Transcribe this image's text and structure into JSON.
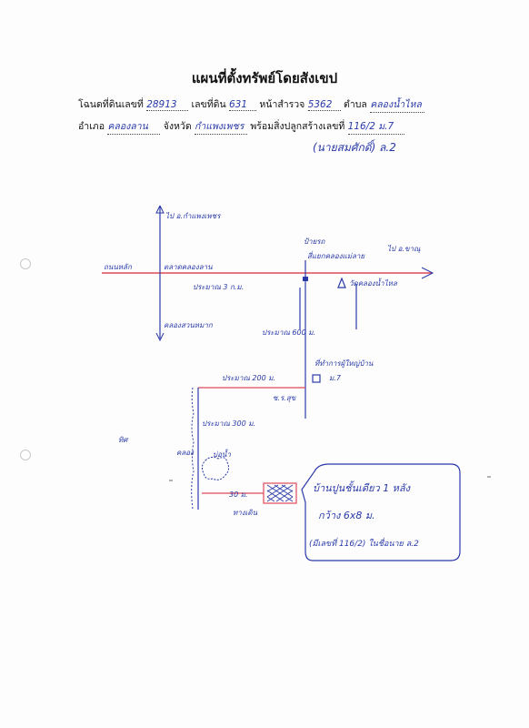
{
  "title": "แผนที่ตั้งทรัพย์โดยสังเขป",
  "form": {
    "deed_label": "โฉนดที่ดินเลขที่",
    "deed_no": "28913",
    "land_no_label": "เลขที่ดิน",
    "land_no": "631",
    "survey_label": "หน้าสำรวจ",
    "survey_no": "5362",
    "tambon_label": "ตำบล",
    "tambon": "คลองน้ำไหล",
    "amphoe_label": "อำเภอ",
    "amphoe": "คลองลาน",
    "province_label": "จังหวัด",
    "province": "กำแพงเพชร",
    "building_label": "พร้อมสิ่งปลูกสร้างเลขที่",
    "building_no": "116/2 ม.7",
    "owner_note": "(นายสมศักดิ์) ล.2"
  },
  "map": {
    "to_kamphaeng": "ไป อ.กำแพงเพชร",
    "left_road": "ถนนหลัก",
    "market": "ตลาดคลองลาน",
    "to_right": "ไป อ.ขาณุ",
    "stop_sign": "ป้ายรถ",
    "junction_name": "สี่แยกคลองแม่ลาย",
    "temple": "วัดคลองน้ำไหล",
    "dist_3km": "ประมาณ 3 ก.ม.",
    "south_label": "คลองสวนหมาก",
    "dist_600": "ประมาณ 600 ม.",
    "village_office": "ที่ทำการผู้ใหญ่บ้าน",
    "village_no": "ม.7",
    "dist_200": "ประมาณ 200 ม.",
    "soi": "ซ.ร.สุข",
    "dist_300_vert": "ประมาณ 300 ม.",
    "canal": "คลอง",
    "west_label": "ทิศ",
    "pond": "บ่อน้ำ",
    "dist_30": "30 ม.",
    "path": "ทางเดิน",
    "bubble_line1": "บ้านปูนชั้นเดียว 1 หลัง",
    "bubble_line2": "กว้าง 6x8 ม.",
    "bubble_line3": "(มีเลขที่ 116/2) ในชื่อนาย ล.2"
  },
  "colors": {
    "ink_blue": "#2a3aa8",
    "red_road": "#e0485a",
    "print_black": "#111111"
  }
}
